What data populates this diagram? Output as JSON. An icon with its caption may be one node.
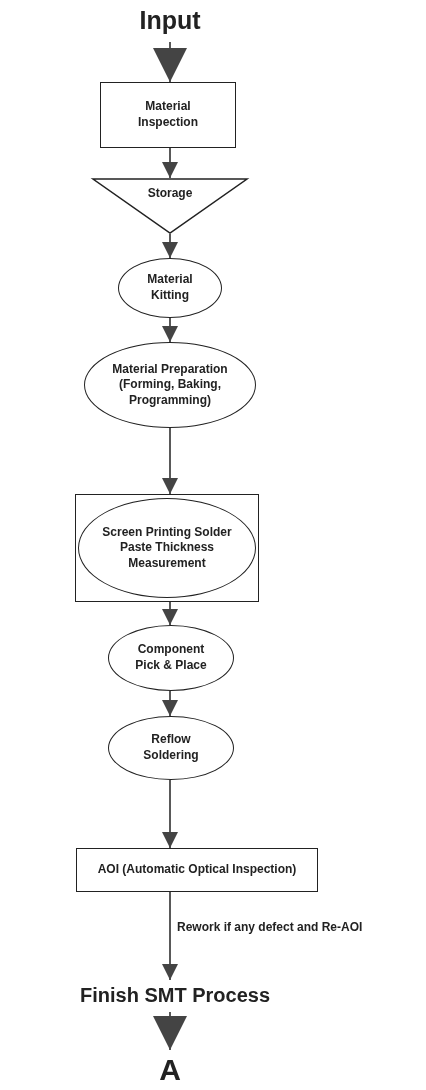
{
  "diagram": {
    "nodes": [
      {
        "text": [
          "Input"
        ]
      },
      {
        "text": [
          "Material Inspection"
        ]
      },
      {
        "text": [
          "Storage"
        ]
      },
      {
        "text": [
          "Material Kitting"
        ]
      },
      {
        "text": [
          "Material Preparation (Forming, Baking, Programming)"
        ]
      },
      {
        "text": [],
        "shape": "box"
      },
      {
        "text": [
          "Screen Printing Solder Paste Thickness Measurement"
        ],
        "in": 5
      },
      {
        "text": [
          "Component Pick & Place"
        ]
      },
      {
        "text": [
          "Reflow Soldering"
        ]
      },
      {
        "text": [
          "AOI (Automatic Optical Inspection)"
        ]
      },
      {
        "text": [
          "Finish SMT Process"
        ]
      },
      {
        "text": [
          "A"
        ]
      }
    ],
    "edges": [
      {
        "from": 0,
        "to": 1,
        "arrow": "to"
      },
      {
        "from": 1,
        "to": 2,
        "arrow": "to"
      },
      {
        "from": 2,
        "to": 3,
        "arrow": "to"
      },
      {
        "from": 3,
        "to": 4,
        "arrow": "to"
      },
      {
        "from": 4,
        "to": 5,
        "arrow": "to"
      },
      {
        "from": 5,
        "to": 7,
        "arrow": "to"
      },
      {
        "from": 7,
        "to": 8,
        "arrow": "to"
      },
      {
        "from": 8,
        "to": 9,
        "arrow": "to"
      },
      {
        "from": 9,
        "to": 10,
        "label": "Rework if any defect and Re-AOI",
        "arrow": "to"
      },
      {
        "from": 10,
        "to": 11,
        "arrow": "to"
      }
    ]
  }
}
